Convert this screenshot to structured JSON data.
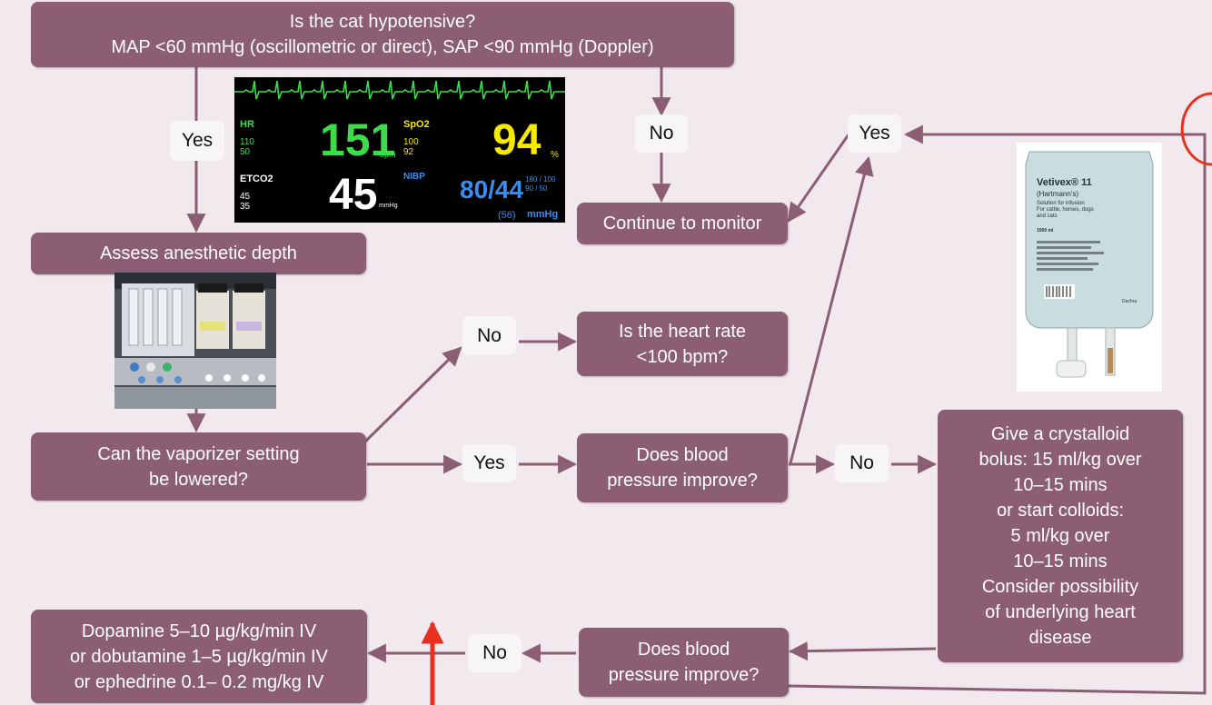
{
  "colors": {
    "box_fill": "#8b5e74",
    "box_text": "#ffffff",
    "label_fill": "#f7f5f6",
    "edge": "#8b5e74",
    "highlight_arrow": "#e8301f"
  },
  "nodes": {
    "hypotensive": "Is the cat hypotensive?\nMAP <60 mmHg (oscillometric or direct), SAP <90 mmHg (Doppler)",
    "continue": "Continue to monitor",
    "assess": "Assess anesthetic depth",
    "heart_rate": "Is the heart rate\n<100 bpm?",
    "vaporizer": "Can the vaporizer setting\nbe lowered?",
    "bp1": "Does blood\npressure improve?",
    "crystalloid": "Give a crystalloid\nbolus: 15 ml/kg over\n10–15 mins\nor start colloids:\n5 ml/kg over\n10–15 mins\nConsider possibility\nof underlying heart\ndisease",
    "dopamine": "Dopamine 5–10 µg/kg/min IV\nor dobutamine 1–5 µg/kg/min IV\nor ephedrine 0.1– 0.2 mg/kg IV",
    "bp2": "Does blood\npressure improve?"
  },
  "edge_labels": {
    "yes_left": "Yes",
    "no_top": "No",
    "yes_right": "Yes",
    "no_heart": "No",
    "yes_mid": "Yes",
    "no_mid": "No",
    "no_bottom": "No"
  },
  "monitor": {
    "hr_label": "HR",
    "hr_value": "151",
    "hr_unit": "bpm",
    "hr_limit_hi": "110",
    "hr_limit_lo": "50",
    "spo2_label": "SpO2",
    "spo2_value": "94",
    "spo2_unit": "%",
    "spo2_limit_hi": "100",
    "spo2_limit_lo": "92",
    "etco2_label": "ETCO2",
    "etco2_value": "45",
    "etco2_unit": "mmHg",
    "etco2_limit_hi": "45",
    "etco2_limit_lo": "35",
    "nibp_label": "NIBP",
    "nibp_value": "80/44",
    "nibp_limits": "180 / 100\n90 / 50",
    "nibp_mean": "(56)",
    "nibp_unit": "mmHg"
  },
  "fluid_bag": {
    "brand": "Vetivex® 11",
    "subtitle": "(Hartmann's)",
    "desc": "Solution for infusion\nFor cattle, horses, dogs\nand cats",
    "volume": "1000 ml",
    "maker": "Dechra"
  }
}
